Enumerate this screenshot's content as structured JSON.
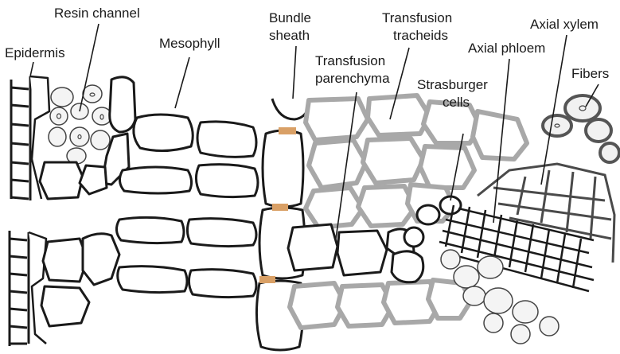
{
  "labels": {
    "resin_channel": "Resin channel",
    "epidermis": "Epidermis",
    "mesophyll": "Mesophyll",
    "bundle_sheath_1": "Bundle",
    "bundle_sheath_2": "sheath",
    "transfusion_tracheids_1": "Transfusion",
    "transfusion_tracheids_2": "tracheids",
    "transfusion_parenchyma_1": "Transfusion",
    "transfusion_parenchyma_2": "parenchyma",
    "strasburger_cells_1": "Strasburger",
    "strasburger_cells_2": "cells",
    "axial_phloem": "Axial phloem",
    "axial_xylem": "Axial xylem",
    "fibers": "Fibers"
  },
  "colors": {
    "outline": "#1a1a1a",
    "transfusion_tracheid_walls": "#a8a8a8",
    "casparian_bands": "#d9a066",
    "background": "#ffffff"
  }
}
